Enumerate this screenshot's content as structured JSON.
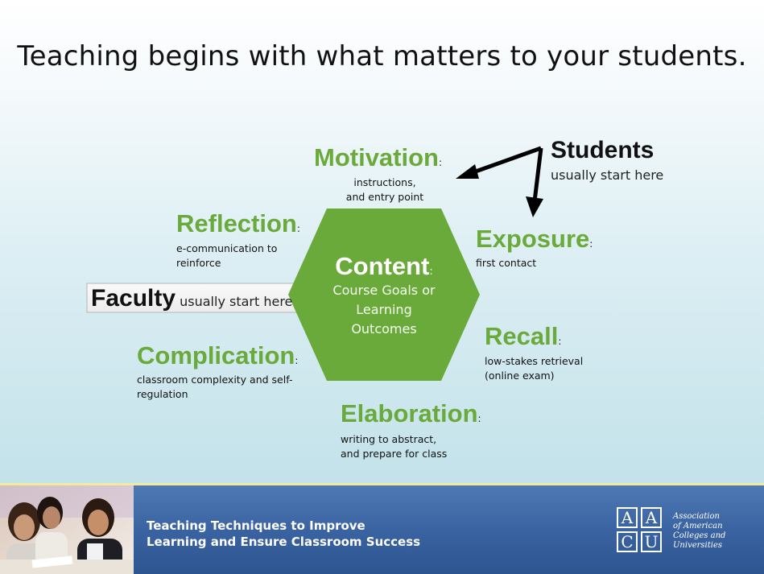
{
  "title": "Teaching begins with what matters to your students.",
  "center": {
    "title": "Content",
    "colon": ":",
    "lines": [
      "Course Goals or",
      "Learning",
      "Outcomes"
    ]
  },
  "students": {
    "title": "Students",
    "subtitle": "usually start here"
  },
  "faculty": {
    "title": "Faculty",
    "subtitle": "usually start here"
  },
  "stages": {
    "motivation": {
      "heading": "Motivation",
      "colon": ":",
      "lines": [
        "instructions,",
        "and entry point"
      ]
    },
    "exposure": {
      "heading": "Exposure",
      "colon": ":",
      "lines": [
        "first contact"
      ]
    },
    "recall": {
      "heading": "Recall",
      "colon": ":",
      "lines": [
        "low-stakes retrieval",
        "(online exam)"
      ]
    },
    "elaboration": {
      "heading": "Elaboration",
      "colon": ":",
      "lines": [
        "writing to abstract,",
        "and prepare for class"
      ]
    },
    "complication": {
      "heading": "Complication",
      "colon": ":",
      "lines": [
        "classroom complexity and self-",
        "regulation"
      ]
    },
    "reflection": {
      "heading": "Reflection",
      "colon": ":",
      "lines": [
        "e-communication to",
        "reinforce"
      ]
    }
  },
  "footer": {
    "lines": [
      "Teaching Techniques to Improve",
      "Learning and Ensure Classroom Success"
    ],
    "logo_letters": [
      "A",
      "A",
      "C",
      "U"
    ],
    "logo_text": [
      "Association",
      "of American",
      "Colleges and",
      "Universities"
    ]
  },
  "colors": {
    "hexagon": "#6aaa3a",
    "heading_green": "#6aaa3a",
    "footer_blue": "#3a63a1",
    "footer_rule": "#f2ea9c"
  }
}
